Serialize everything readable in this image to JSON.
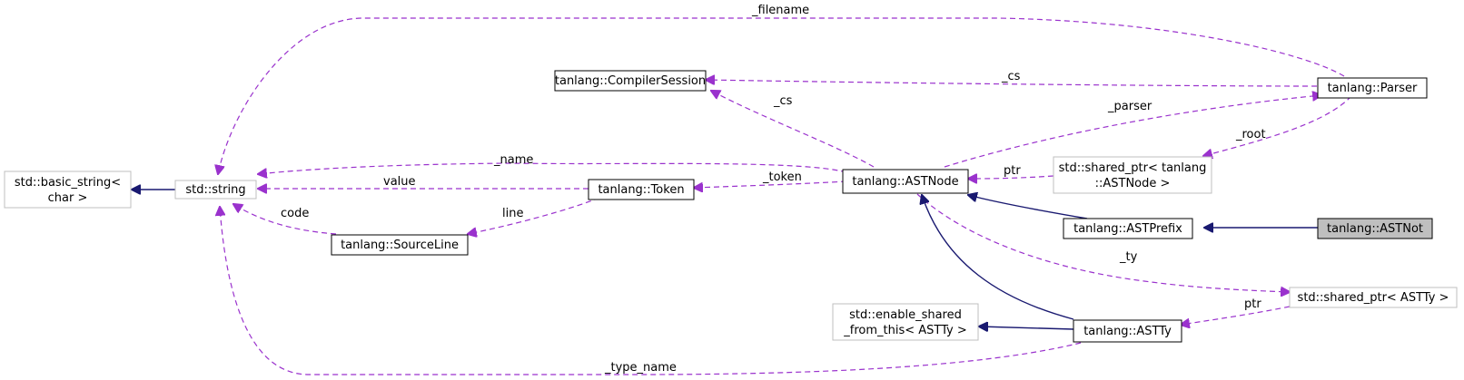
{
  "colors": {
    "inheritance": "#191970",
    "usage": "#9a32cd",
    "node_border": "#000000",
    "external_border": "#bfbfbf",
    "highlight_fill": "#bfbfbf"
  },
  "nodes": {
    "basic_string": {
      "line1": "std::basic_string<",
      "line2": "char >"
    },
    "string": {
      "label": "std::string"
    },
    "compiler_session": {
      "label": "tanlang::CompilerSession"
    },
    "token": {
      "label": "tanlang::Token"
    },
    "source_line": {
      "label": "tanlang::SourceLine"
    },
    "astnode": {
      "label": "tanlang::ASTNode"
    },
    "parser": {
      "label": "tanlang::Parser"
    },
    "shared_ptr_astnode": {
      "line1": "std::shared_ptr< tanlang",
      "line2": "::ASTNode >"
    },
    "astprefix": {
      "label": "tanlang::ASTPrefix"
    },
    "astnot": {
      "label": "tanlang::ASTNot"
    },
    "enable_shared": {
      "line1": "std::enable_shared",
      "line2": "_from_this< ASTTy >"
    },
    "astty": {
      "label": "tanlang::ASTTy"
    },
    "shared_ptr_astty": {
      "label": "std::shared_ptr< ASTTy >"
    }
  },
  "edge_labels": {
    "filename": "_filename",
    "cs_parser": "_cs",
    "cs_astnode": "_cs",
    "parser": "_parser",
    "root": "_root",
    "name": "_name",
    "value": "value",
    "token": "_token",
    "ptr_astnode": "ptr",
    "code": "code",
    "line": "line",
    "ty": "_ty",
    "ptr_astty": "ptr",
    "type_name": "_type_name"
  }
}
